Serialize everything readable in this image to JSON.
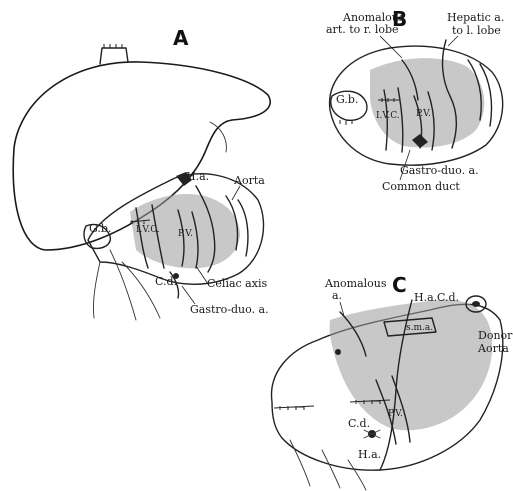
{
  "panels": [
    {
      "letter": "A",
      "labels": {
        "ha": "H.a.",
        "aorta": "Aorta",
        "gb": "G.b.",
        "ivc": "I.V.C.",
        "pv": "P.V.",
        "celiac": "Celiac axis",
        "cd": "C.d.",
        "gastroduo": "Gastro-duo. a."
      }
    },
    {
      "letter": "B",
      "labels": {
        "anomalous_line1": "Anomalous",
        "anomalous_line2": "art. to r. lobe",
        "hepatic_line1": "Hepatic a.",
        "hepatic_line2": "to l. lobe",
        "gb": "G.b.",
        "ivc": "I.V.C.",
        "pv": "P.V.",
        "gastroduo": "Gastro-duo. a.",
        "common_duct": "Common duct"
      }
    },
    {
      "letter": "C",
      "labels": {
        "anomalous_line1": "Anomalous",
        "anomalous_line2": "a.",
        "ha_top": "H.a.",
        "cd_top": "C.d.",
        "sma": "s.m.a.",
        "donor_line1": "Donor",
        "donor_line2": "Aorta",
        "pv": "P.V.",
        "cd_bottom": "C.d.",
        "ha_bottom": "H.a."
      }
    }
  ]
}
